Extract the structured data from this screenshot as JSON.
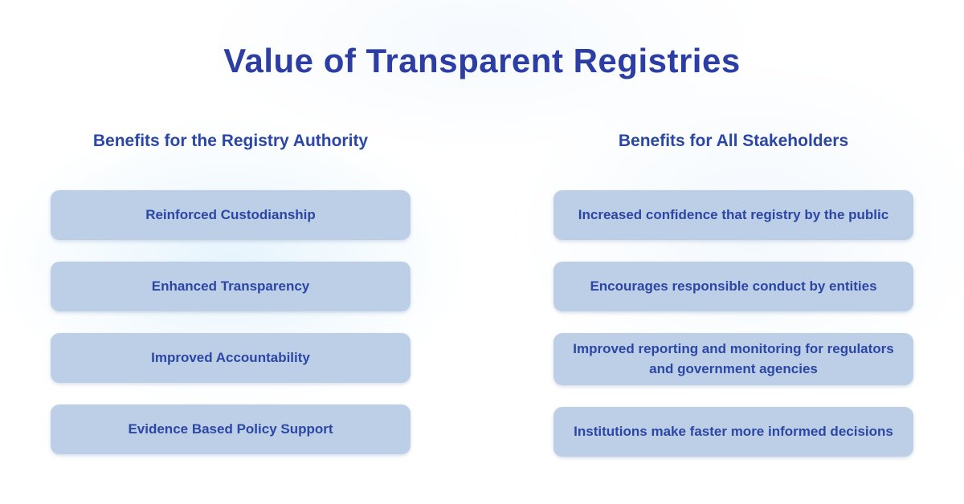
{
  "title": "Value of Transparent Registries",
  "colors": {
    "title_text": "#2c3da4",
    "heading_text": "#2b46a4",
    "box_fill": "#bdcfe6",
    "box_text": "#2b46a4",
    "background": "#ffffff",
    "background_tint": "#d8eefb"
  },
  "columns": [
    {
      "header": "Benefits for the Registry Authority",
      "items": [
        "Reinforced Custodianship",
        "Enhanced Transparency",
        "Improved Accountability",
        "Evidence Based Policy Support"
      ]
    },
    {
      "header": "Benefits for All Stakeholders",
      "items": [
        "Increased confidence that registry by the public",
        "Encourages responsible conduct by entities",
        "Improved reporting and monitoring for regulators and government agencies",
        "Institutions make faster more informed decisions"
      ]
    }
  ]
}
